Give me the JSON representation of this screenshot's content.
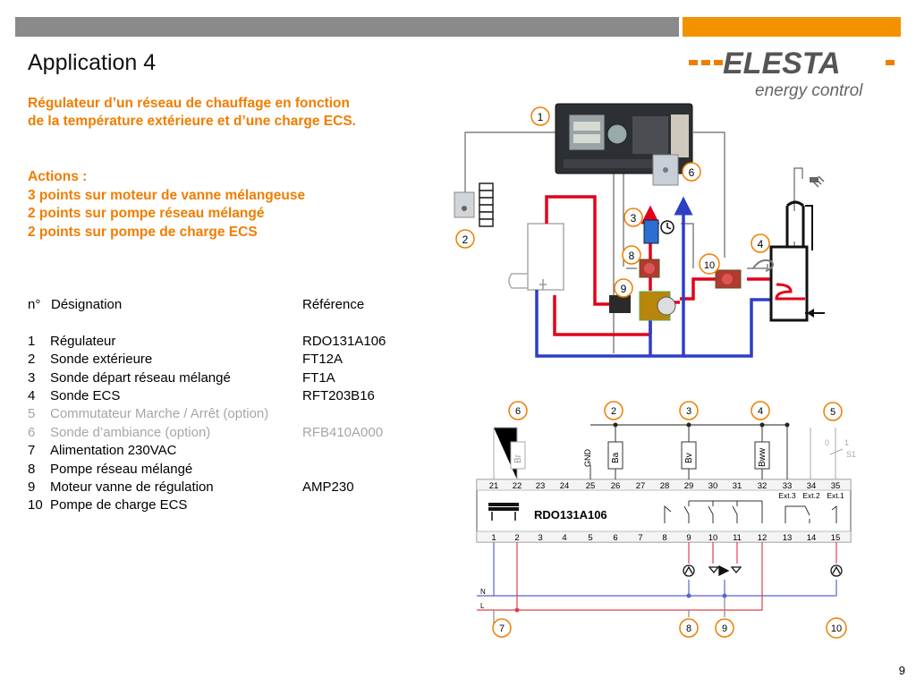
{
  "slide": {
    "title": "Application 4",
    "subtitle_line1": "Régulateur d’un réseau de chauffage en fonction",
    "subtitle_line2": "de la température extérieure et d’une charge ECS.",
    "actions_title": "Actions :",
    "actions": [
      "3 points sur moteur de vanne mélangeuse",
      "2 points sur pompe réseau mélangé",
      "2 points sur pompe de charge ECS"
    ],
    "page_number": "9"
  },
  "logo": {
    "brand": "ELESTA",
    "tagline": "energy control",
    "accent_color": "#f07d00"
  },
  "table": {
    "header": {
      "no": "n°",
      "designation": "Désignation",
      "reference": "Référence"
    },
    "rows": [
      {
        "no": "1",
        "designation": "Régulateur",
        "reference": "RDO131A106",
        "optional": false
      },
      {
        "no": "2",
        "designation": "Sonde extérieure",
        "reference": "FT12A",
        "optional": false
      },
      {
        "no": "3",
        "designation": "Sonde départ réseau mélangé",
        "reference": "FT1A",
        "optional": false
      },
      {
        "no": "4",
        "designation": "Sonde ECS",
        "reference": "RFT203B16",
        "optional": false
      },
      {
        "no": "5",
        "designation": "Commutateur Marche / Arrêt (option)",
        "reference": "",
        "optional": true
      },
      {
        "no": "6",
        "designation": "Sonde d’ambiance (option)",
        "reference": "RFB410A000",
        "optional": true
      },
      {
        "no": "7",
        "designation": "Alimentation 230VAC",
        "reference": "",
        "optional": false
      },
      {
        "no": "8",
        "designation": "Pompe réseau mélangé",
        "reference": "",
        "optional": false
      },
      {
        "no": "9",
        "designation": "Moteur vanne de régulation",
        "reference": "AMP230",
        "optional": false
      },
      {
        "no": "10",
        "designation": "Pompe de charge ECS",
        "reference": "",
        "optional": false
      }
    ]
  },
  "hydraulic": {
    "callouts": [
      "1",
      "2",
      "3",
      "4",
      "6",
      "8",
      "9",
      "10"
    ]
  },
  "wiring": {
    "device_name": "RDO131A106",
    "top_terminals": [
      "21",
      "22",
      "23",
      "24",
      "25",
      "26",
      "27",
      "28",
      "29",
      "30",
      "31",
      "32",
      "33",
      "34",
      "35"
    ],
    "bottom_terminals": [
      "1",
      "2",
      "3",
      "4",
      "5",
      "6",
      "7",
      "8",
      "9",
      "10",
      "11",
      "12",
      "13",
      "14",
      "15"
    ],
    "ext_labels": [
      "Ext.3",
      "Ext.2",
      "Ext.1"
    ],
    "sensors": [
      "Br",
      "Ba",
      "Bv",
      "Bww"
    ],
    "gnd_label": "GND",
    "switch_labels": [
      "0",
      "1",
      "S1"
    ],
    "line_labels": [
      "N",
      "L"
    ],
    "top_callouts": [
      "6",
      "2",
      "3",
      "4",
      "5"
    ],
    "bottom_callouts": [
      "7",
      "8",
      "9",
      "10"
    ]
  }
}
